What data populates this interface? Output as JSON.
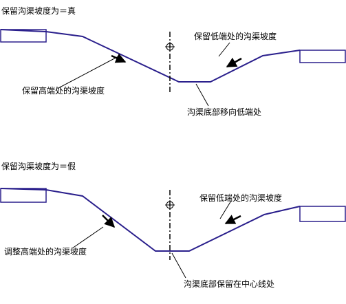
{
  "panels": [
    {
      "heading": "保留沟渠坡度为＝真",
      "labels": {
        "keep_low_slope": "保留低端处的沟渠坡度",
        "keep_high_slope": "保留高端处的沟渠坡度",
        "bottom": "沟渠底部移向低端处"
      }
    },
    {
      "heading": "保留沟渠坡度为＝假",
      "labels": {
        "keep_low_slope": "保留低端处的沟渠坡度",
        "keep_high_slope": "调整高端处的沟渠坡度",
        "bottom": "沟渠底部保留在中心线处"
      }
    }
  ],
  "colors": {
    "profile_line": "#2a1f8c",
    "text": "#000000",
    "arrow": "#000000",
    "centerline": "#000000"
  },
  "icons": {
    "centerline_marker": "crosshair-circle-icon",
    "direction_arrow": "arrow-icon"
  }
}
